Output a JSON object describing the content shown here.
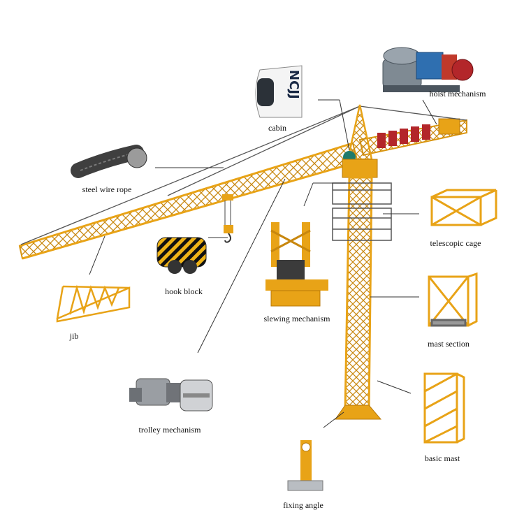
{
  "labels": {
    "hoist_mechanism": "hoist mechanism",
    "cabin": "cabin",
    "steel_wire_rope": "steel wire rope",
    "telescopic_cage": "telescopic cage",
    "hook_block": "hook block",
    "slewing_mechanism": "slewing mechanism",
    "jib": "jib",
    "mast_section": "mast section",
    "trolley_mechanism": "trolley mechanism",
    "basic_mast": "basic mast",
    "fixing_angle": "fixing angle"
  },
  "colors": {
    "steel_yellow": "#e8a317",
    "steel_dark": "#b97a0a",
    "leader_line": "#333333",
    "counterweight_red": "#b3262a",
    "cage_grey": "#555555",
    "hoist_blue": "#2f6fb0",
    "rope_grey": "#4a4a4a"
  }
}
